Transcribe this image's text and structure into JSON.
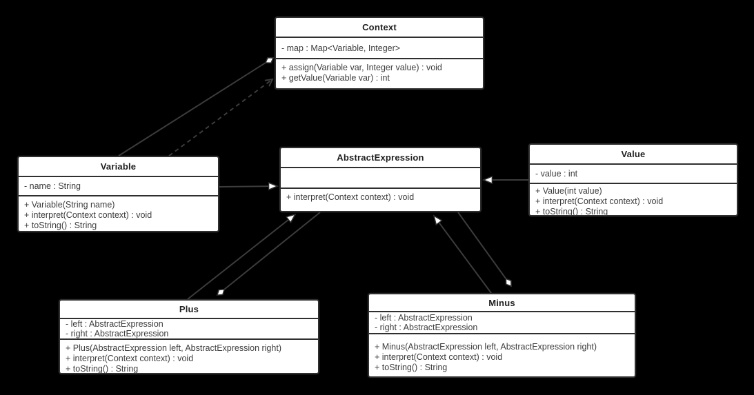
{
  "diagram": {
    "title": "Interpreter pattern class diagram",
    "colors": {
      "background": "#000000",
      "box_fill": "#ffffff",
      "border": "#2f2f2f",
      "line": "#3c3c3c",
      "title_text": "#1f1f1f",
      "body_text": "#3d3d3d"
    }
  },
  "classes": [
    {
      "name": "Context",
      "attributes": [
        "- map : Map<Variable, Integer>"
      ],
      "methods": [
        "+ assign(Variable var, Integer value) : void",
        "+ getValue(Variable var) : int"
      ]
    },
    {
      "name": "Variable",
      "attributes": [
        "- name : String"
      ],
      "methods": [
        "+ Variable(String name)",
        "+ interpret(Context context) : void",
        "+ toString() : String"
      ]
    },
    {
      "name": "AbstractExpression",
      "attributes": [],
      "methods": [
        "+ interpret(Context context) : void"
      ]
    },
    {
      "name": "Value",
      "attributes": [
        "- value : int"
      ],
      "methods": [
        "+ Value(int value)",
        "+ interpret(Context context) : void",
        "+ toString() : String"
      ]
    },
    {
      "name": "Plus",
      "attributes": [
        "- left : AbstractExpression",
        "- right : AbstractExpression"
      ],
      "methods": [
        "+ Plus(AbstractExpression left, AbstractExpression right)",
        "+ interpret(Context context) : void",
        "+ toString() : String"
      ]
    },
    {
      "name": "Minus",
      "attributes": [
        "- left : AbstractExpression",
        "- right : AbstractExpression"
      ],
      "methods": [
        "+ Minus(AbstractExpression left, AbstractExpression right)",
        "+ interpret(Context context) : void",
        "+ toString() : String"
      ]
    }
  ],
  "relationships": [
    {
      "from": "Variable",
      "to": "Context",
      "type": "aggregation",
      "diamond_at": "Context",
      "line": "solid"
    },
    {
      "from": "Variable",
      "to": "Context",
      "type": "dependency",
      "arrow_at": "Context",
      "line": "dashed"
    },
    {
      "from": "Variable",
      "to": "AbstractExpression",
      "type": "generalization",
      "line": "solid"
    },
    {
      "from": "Value",
      "to": "AbstractExpression",
      "type": "generalization",
      "line": "solid"
    },
    {
      "from": "Plus",
      "to": "AbstractExpression",
      "type": "generalization",
      "line": "solid"
    },
    {
      "from": "Plus",
      "to": "AbstractExpression",
      "type": "aggregation",
      "diamond_at": "Plus",
      "line": "solid"
    },
    {
      "from": "Minus",
      "to": "AbstractExpression",
      "type": "generalization",
      "line": "solid"
    },
    {
      "from": "Minus",
      "to": "AbstractExpression",
      "type": "aggregation",
      "diamond_at": "Minus",
      "line": "solid"
    }
  ]
}
